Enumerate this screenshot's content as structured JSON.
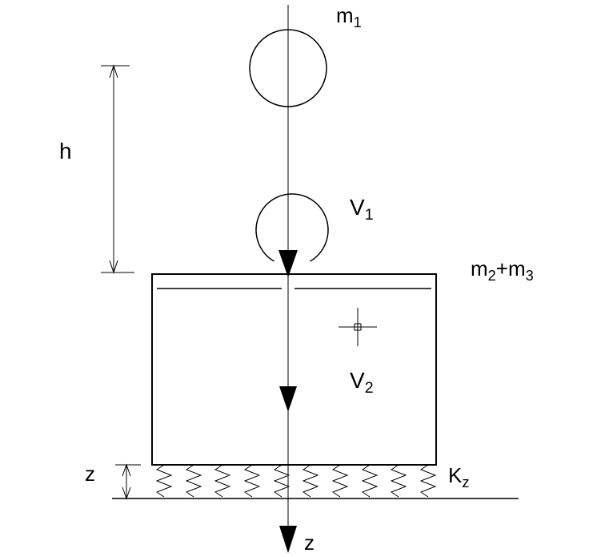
{
  "diagram": {
    "description": "falling mass impact on block supported by springs",
    "colors": {
      "line": "#000000",
      "background": "#ffffff"
    }
  },
  "labels": {
    "m1": {
      "base": "m",
      "sub": "1"
    },
    "h": "h",
    "v1": {
      "base": "V",
      "sub": "1"
    },
    "m2m3": {
      "base1": "m",
      "sub1": "2",
      "base2": "+m",
      "sub2": "3"
    },
    "v2": {
      "base": "V",
      "sub": "2"
    },
    "z_deflection": "z",
    "kz": {
      "base": "K",
      "sub": "z"
    },
    "z_axis": "z"
  }
}
